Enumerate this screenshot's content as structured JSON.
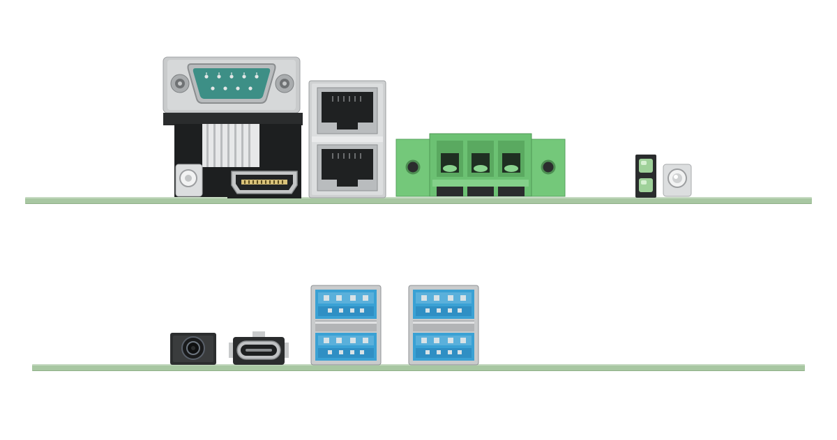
{
  "image": {
    "background": "#ffffff",
    "colors": {
      "pcb": "#a8c7a2",
      "pcb_edge": "#8fb088",
      "serial_connector": "#3d8f86",
      "terminal_block": "#74c87a",
      "usb_tongue": "#2f8fc4",
      "usb_inner": "#5ab0db",
      "metal_shell": "#c9cbcc",
      "black_housing": "#1d1f20"
    }
  },
  "boards": [
    {
      "position": "top",
      "components": [
        "db9-serial-port",
        "hdmi-port",
        "dual-rj45-ethernet",
        "3-pin-terminal-block",
        "led-indicator",
        "push-button"
      ]
    },
    {
      "position": "bottom",
      "components": [
        "audio-jack",
        "usb-c-port",
        "dual-usb-a-port",
        "dual-usb-a-port"
      ]
    }
  ]
}
